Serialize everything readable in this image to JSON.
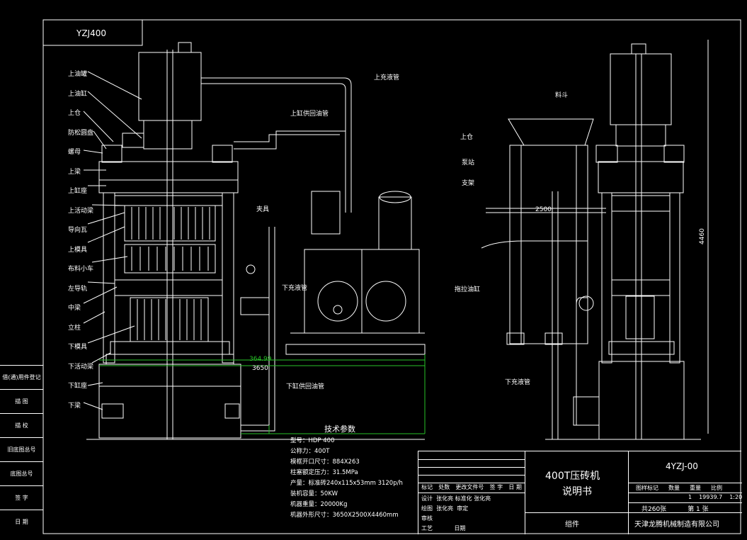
{
  "drawing": {
    "tag": "YZJ400",
    "drawing_no": "4YZJ-00",
    "title_line1": "400T压砖机",
    "title_line2": "说明书",
    "assembly": "组件",
    "company": "天津龙腾机械制造有限公司",
    "sheets_total": "共260张",
    "sheet": "第 1 张",
    "stage_mark": "1",
    "weight": "19939.7",
    "scale": "1:20"
  },
  "left_labels": [
    "上油罐",
    "上油缸",
    "上仓",
    "防松圆盘",
    "螺母",
    "上梁",
    "上缸座",
    "上活动梁",
    "导向瓦",
    "上模具",
    "布料小车",
    "左导轨",
    "中梁",
    "立柱",
    "下模具",
    "下活动梁",
    "下缸座",
    "下梁"
  ],
  "mid_labels": {
    "upper_fill_pipe": "上充液管",
    "upper_return_pipe": "上缸供回油管",
    "clamp": "夹具",
    "lower_fill_pipe": "下充液管",
    "lower_return_pipe": "下缸供回油管"
  },
  "right_labels": {
    "hopper": "料斗",
    "bin": "上仓",
    "pump_station": "泵站",
    "bracket": "支架",
    "drag_chain": "拖拉油缸",
    "lower_fill_pipe": "下充液管"
  },
  "dimensions": {
    "d1": "364.99",
    "d2": "3650",
    "d3": "2500",
    "d4": "4460"
  },
  "spec_title": "技术参数",
  "specs": [
    "型号：HDP 400",
    "公称力：400T",
    "模框开口尺寸：884X263",
    "柱塞额定压力：31.5MPa",
    "产量：标准砖240x115x53mm 3120p/h",
    "装机容量：50KW",
    "机器重量：20000Kg",
    "机器外形尺寸：3650X2500X4460mm"
  ],
  "side_table": [
    "借(通)用件登记",
    "描 图",
    "描 校",
    "旧底图总号",
    "底图总号",
    "签 字",
    "日 期"
  ],
  "title_block": {
    "rev_header": [
      "标记",
      "处数",
      "更改文件号",
      "签 字",
      "日 期"
    ],
    "design": "设计",
    "design_name": "张化亮",
    "std": "标准化",
    "std_name": "张化亮",
    "draw": "绘图",
    "draw_name": "张化亮",
    "check": "审定",
    "review": "审核",
    "process": "工艺",
    "date": "日期",
    "stage": "图样标记",
    "qty": "数量",
    "weight_h": "重量",
    "scale_h": "比例"
  },
  "colors": {
    "line": "#ffffff",
    "dim": "#27c227",
    "bg": "#000000"
  }
}
